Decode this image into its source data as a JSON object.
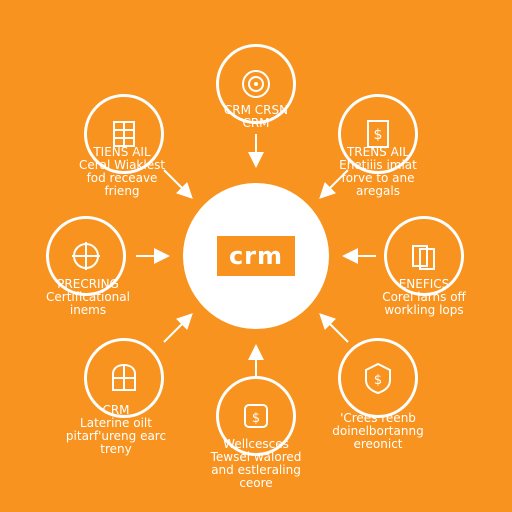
{
  "colors": {
    "background": "#F7931E",
    "foreground": "#FFFFFF"
  },
  "hub": {
    "label": "crm"
  },
  "nodes": [
    {
      "id": "top",
      "icon": "target-icon",
      "label": "CRM CRSN\nCRM"
    },
    {
      "id": "top-right",
      "icon": "dollar-document-icon",
      "label": "TRENS AIL\nEhetiiis imiat\nforve to ane\naregals"
    },
    {
      "id": "right",
      "icon": "folders-icon",
      "label": "ENEFICS\nCorel larns off\nworkling lops"
    },
    {
      "id": "bottom-right",
      "icon": "dollar-shield-icon",
      "label": "'Crees reenb\ndoinelbortanng\nereonict"
    },
    {
      "id": "bottom",
      "icon": "dollar-badge-icon",
      "label": "Wellcesces\nTewsel walored\nand estleraling\nceore"
    },
    {
      "id": "bottom-left",
      "icon": "window-icon",
      "label": "CRM\nLaterine oilt\npitarf'ureng earc\ntreny"
    },
    {
      "id": "left",
      "icon": "compass-icon",
      "label": "PRECRING\nCertificational\ninems"
    },
    {
      "id": "top-left",
      "icon": "grid-icon",
      "label": "TIENS AIL\nCeral Wiaklest\nfod receave\nfrieng"
    }
  ]
}
